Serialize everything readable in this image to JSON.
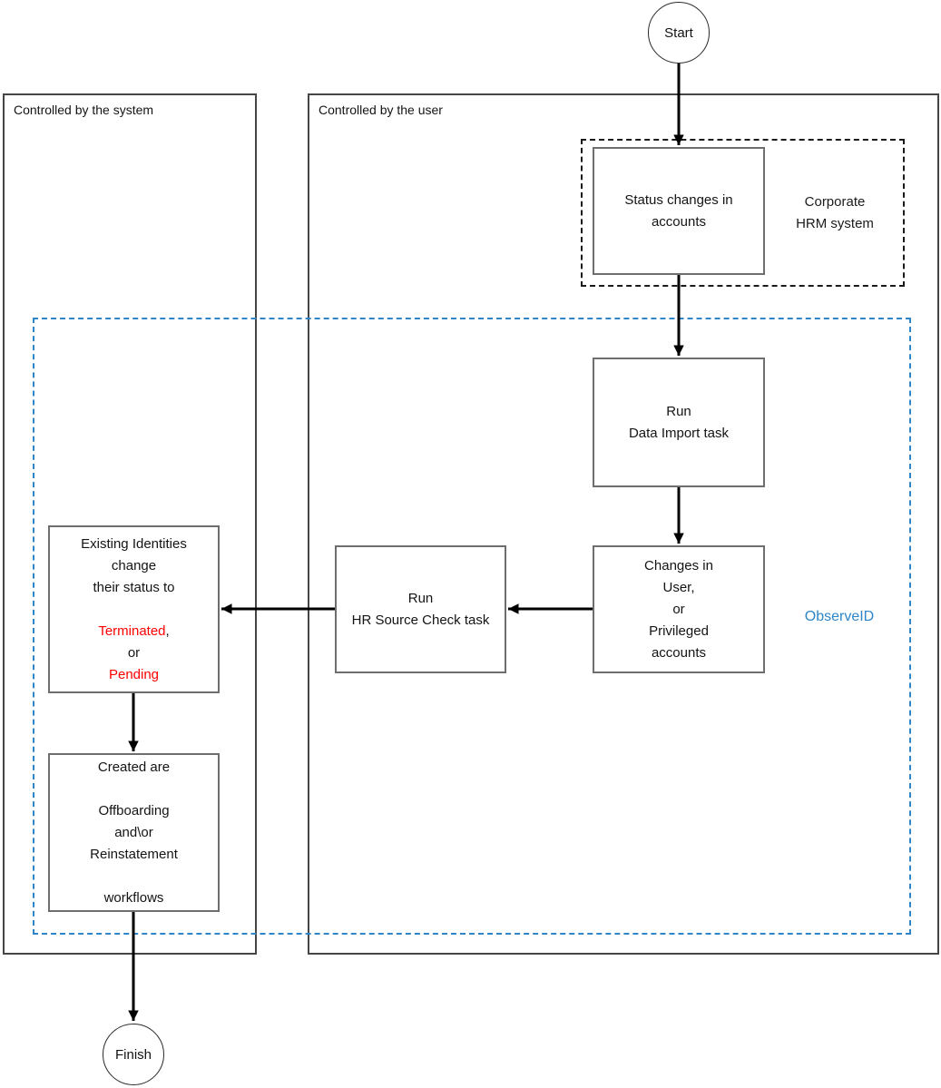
{
  "colors": {
    "accent_blue": "#2e86c8",
    "alert_red": "#ff0000",
    "line_black": "#000000",
    "node_border_gray": "#6e6e6e"
  },
  "lanes": {
    "system": {
      "label": "Controlled by the system"
    },
    "user": {
      "label": "Controlled by the user"
    }
  },
  "annotations": {
    "observeid": "ObserveID"
  },
  "nodes": {
    "start": {
      "label": "Start"
    },
    "finish": {
      "label": "Finish"
    },
    "status_changes": {
      "lines": [
        "Status changes in",
        "accounts"
      ]
    },
    "hrm_system": {
      "lines": [
        "Corporate",
        "HRM system"
      ]
    },
    "data_import": {
      "lines": [
        "Run",
        "Data Import task"
      ]
    },
    "account_changes": {
      "lines": [
        "Changes in",
        "User,",
        "or",
        "Privileged",
        "accounts"
      ]
    },
    "hr_source_check": {
      "lines": [
        "Run",
        "HR Source Check task"
      ]
    },
    "identity_status": {
      "lines": [
        "Existing Identities",
        "change",
        "their status to",
        ""
      ],
      "terminated": "Terminated",
      "terminated_suffix": ",",
      "or_label": "or",
      "pending": "Pending"
    },
    "workflows": {
      "lines": [
        "Created are",
        "",
        "Offboarding",
        "and\\or",
        "Reinstatement",
        "",
        "workflows"
      ]
    }
  }
}
